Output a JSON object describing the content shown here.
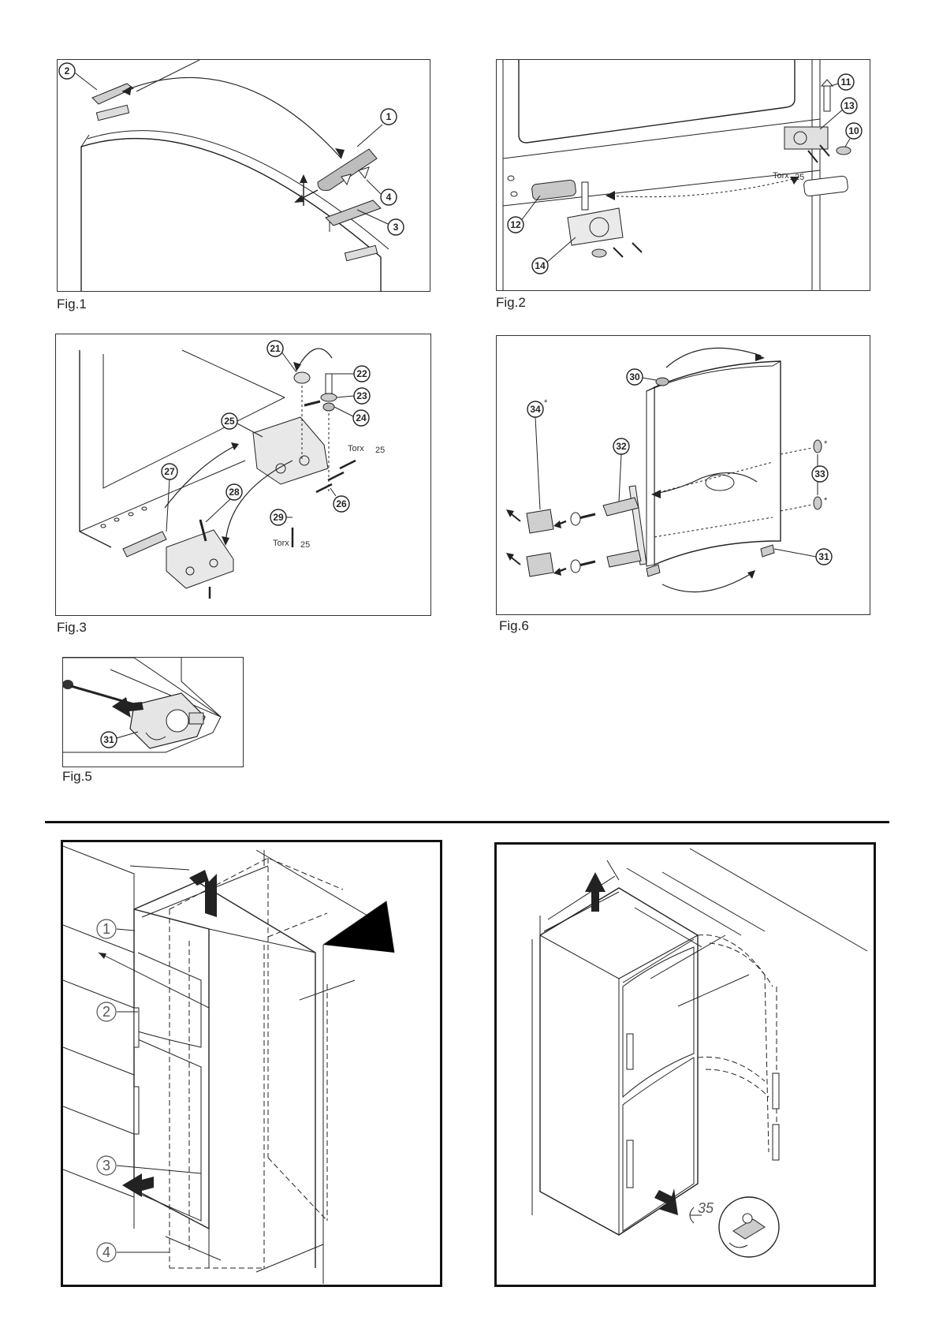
{
  "fig1": {
    "label": "Fig.1",
    "callouts": [
      "1",
      "2",
      "3",
      "4"
    ]
  },
  "fig2": {
    "label": "Fig.2",
    "callouts": [
      "10",
      "11",
      "12",
      "13",
      "14"
    ],
    "torx": "Torx",
    "torx_size": "25"
  },
  "fig3": {
    "label": "Fig.3",
    "callouts": [
      "21",
      "22",
      "23",
      "24",
      "25",
      "26",
      "27",
      "28",
      "29"
    ],
    "torx": "Torx",
    "torx_size": "25"
  },
  "fig5": {
    "label": "Fig.5",
    "callouts": [
      "31"
    ]
  },
  "fig6": {
    "label": "Fig.6",
    "callouts": [
      "30",
      "31",
      "32",
      "33",
      "34"
    ],
    "asterisk": "*"
  },
  "install_left": {
    "callouts": [
      "1",
      "2",
      "3",
      "4"
    ]
  },
  "install_right": {
    "angle": "35"
  },
  "colors": {
    "line": "#222222",
    "fill": "#dcdcdc"
  }
}
